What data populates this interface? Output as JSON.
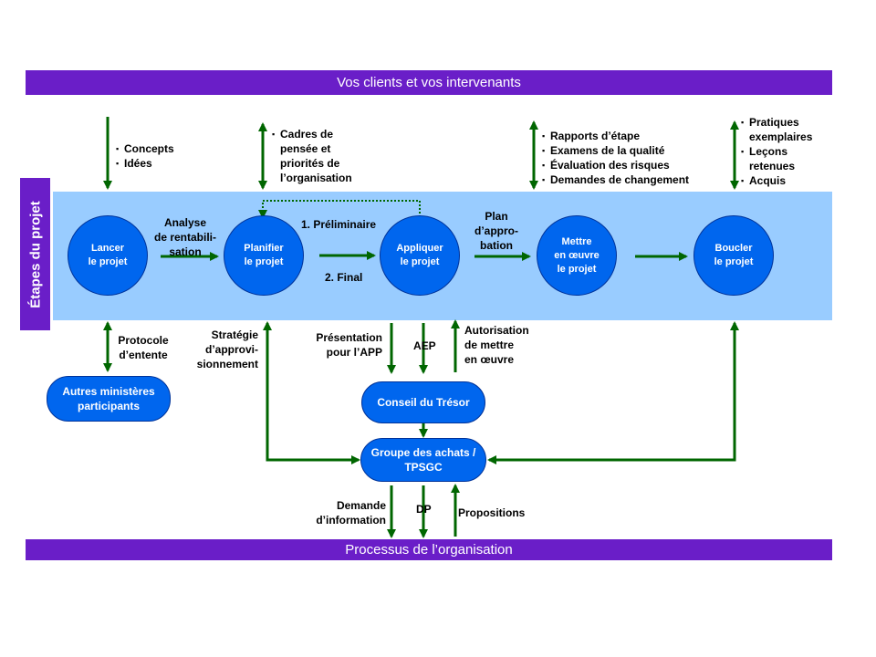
{
  "top_band": "Vos clients et vos intervenants",
  "bottom_band": "Processus de l’organisation",
  "vertical_label": "Étapes du projet",
  "stages": {
    "launch": [
      "Lancer",
      "le projet"
    ],
    "plan": [
      "Planifier",
      "le projet"
    ],
    "apply": [
      "Appliquer",
      "le projet"
    ],
    "implement": [
      "Mettre",
      "en œuvre",
      "le projet"
    ],
    "close": [
      "Boucler",
      "le projet"
    ]
  },
  "boxes": {
    "other_ministries": [
      "Autres ministères",
      "participants"
    ],
    "treasury": "Conseil du Trésor",
    "procurement": [
      "Groupe des achats /",
      "TPSGC"
    ]
  },
  "inputs": {
    "launch": [
      "Concepts",
      "Idées"
    ],
    "plan": [
      "Cadres de",
      "pensée et",
      "priorités de",
      "l’organisation"
    ],
    "implement": [
      "Rapports d’étape",
      "Examens de la qualité",
      "Évaluation des risques",
      "Demandes de changement"
    ],
    "close": [
      "Pratiques",
      "exemplaires",
      "Leçons",
      "retenues",
      "Acquis"
    ]
  },
  "labels": {
    "business_case": [
      "Analyse",
      "de rentabili-",
      "sation"
    ],
    "preliminary": "1. Préliminaire",
    "final": "2. Final",
    "approval_plan": [
      "Plan",
      "d’appro-",
      "bation"
    ],
    "protocol": [
      "Protocole",
      "d’entente"
    ],
    "procurement_strategy": [
      "Stratégie",
      "d’approvi-",
      "sionnement"
    ],
    "app_presentation": [
      "Présentation",
      "pour l’APP"
    ],
    "aep": "AEP",
    "implementation_auth": [
      "Autorisation",
      "de mettre",
      "en œuvre"
    ],
    "info_request": [
      "Demande",
      "d’information"
    ],
    "dp": "DP",
    "proposals": "Propositions"
  }
}
